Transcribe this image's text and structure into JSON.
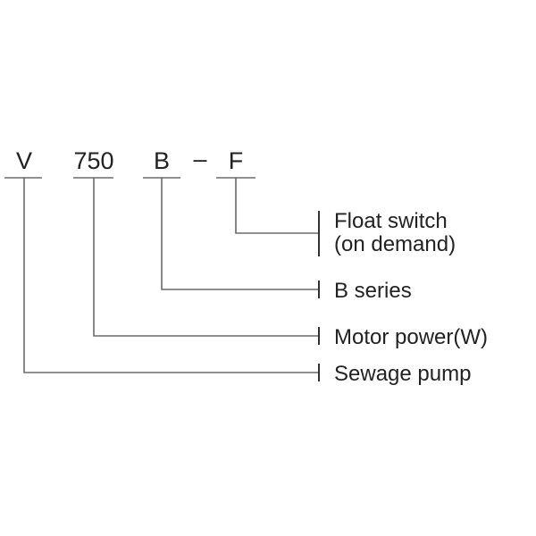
{
  "code": {
    "part_v": "V",
    "part_power": "750",
    "part_series": "B",
    "separator": "–",
    "part_float": "F"
  },
  "labels": {
    "float_switch_line1": "Float switch",
    "float_switch_line2": "(on demand)",
    "series": "B series",
    "motor_power": "Motor power(W)",
    "sewage_pump": "Sewage pump"
  },
  "colors": {
    "line": "#6b6b6b",
    "text": "#222222",
    "background": "#ffffff"
  }
}
